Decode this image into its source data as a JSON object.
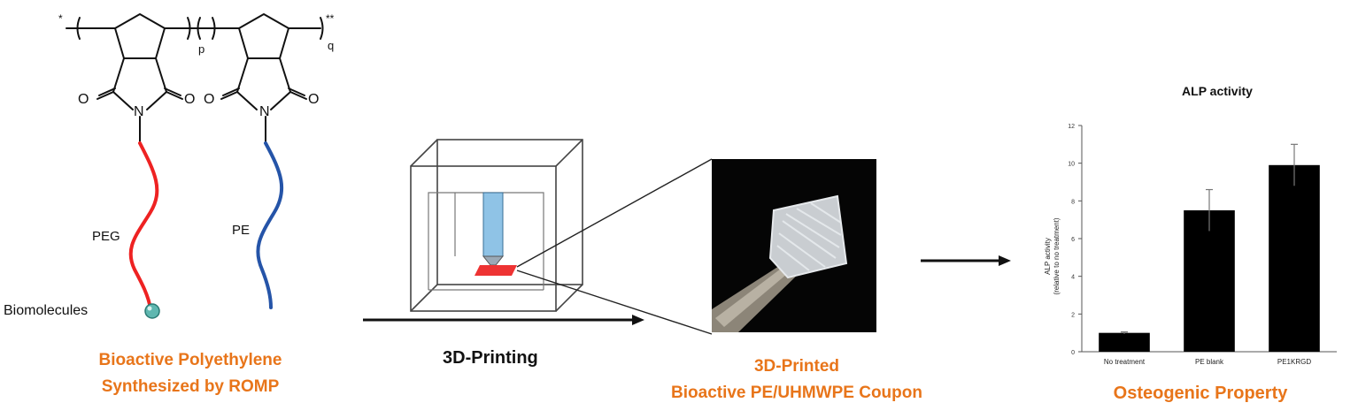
{
  "structure": {
    "label_n": "N",
    "label_o": "O",
    "subscript_p": "p",
    "subscript_q": "q",
    "peg_label": "PEG",
    "pe_label": "PE",
    "biomolecules_label": "Biomolecules",
    "star": "*",
    "star_end": "**"
  },
  "captions": {
    "synthesis_line1": "Bioactive Polyethylene",
    "synthesis_line2": "Synthesized by ROMP",
    "printing": "3D-Printing",
    "coupon_line1": "3D-Printed",
    "coupon_line2": "Bioactive PE/UHMWPE Coupon",
    "property": "Osteogenic Property"
  },
  "colors": {
    "peg_chain": "#ee2222",
    "pe_chain": "#2554a8",
    "bead": "#5fb7b0",
    "caption": "#e8751a",
    "nozzle": "#8fc3e6",
    "print_bed": "#ee3333"
  },
  "chart_data": {
    "type": "bar",
    "title": "ALP activity",
    "ylabel_line1": "ALP activity",
    "ylabel_line2": "(relative to no treatment)",
    "categories": [
      "No treatment",
      "PE blank",
      "PE1KRGD"
    ],
    "values": [
      1.0,
      7.5,
      9.9
    ],
    "errors": [
      0.05,
      1.1,
      1.1
    ],
    "ylim": [
      0,
      12
    ],
    "yticks": [
      "0",
      "2",
      "4",
      "6",
      "8",
      "10",
      "12"
    ],
    "grid": false,
    "bar_color": "#000000"
  }
}
